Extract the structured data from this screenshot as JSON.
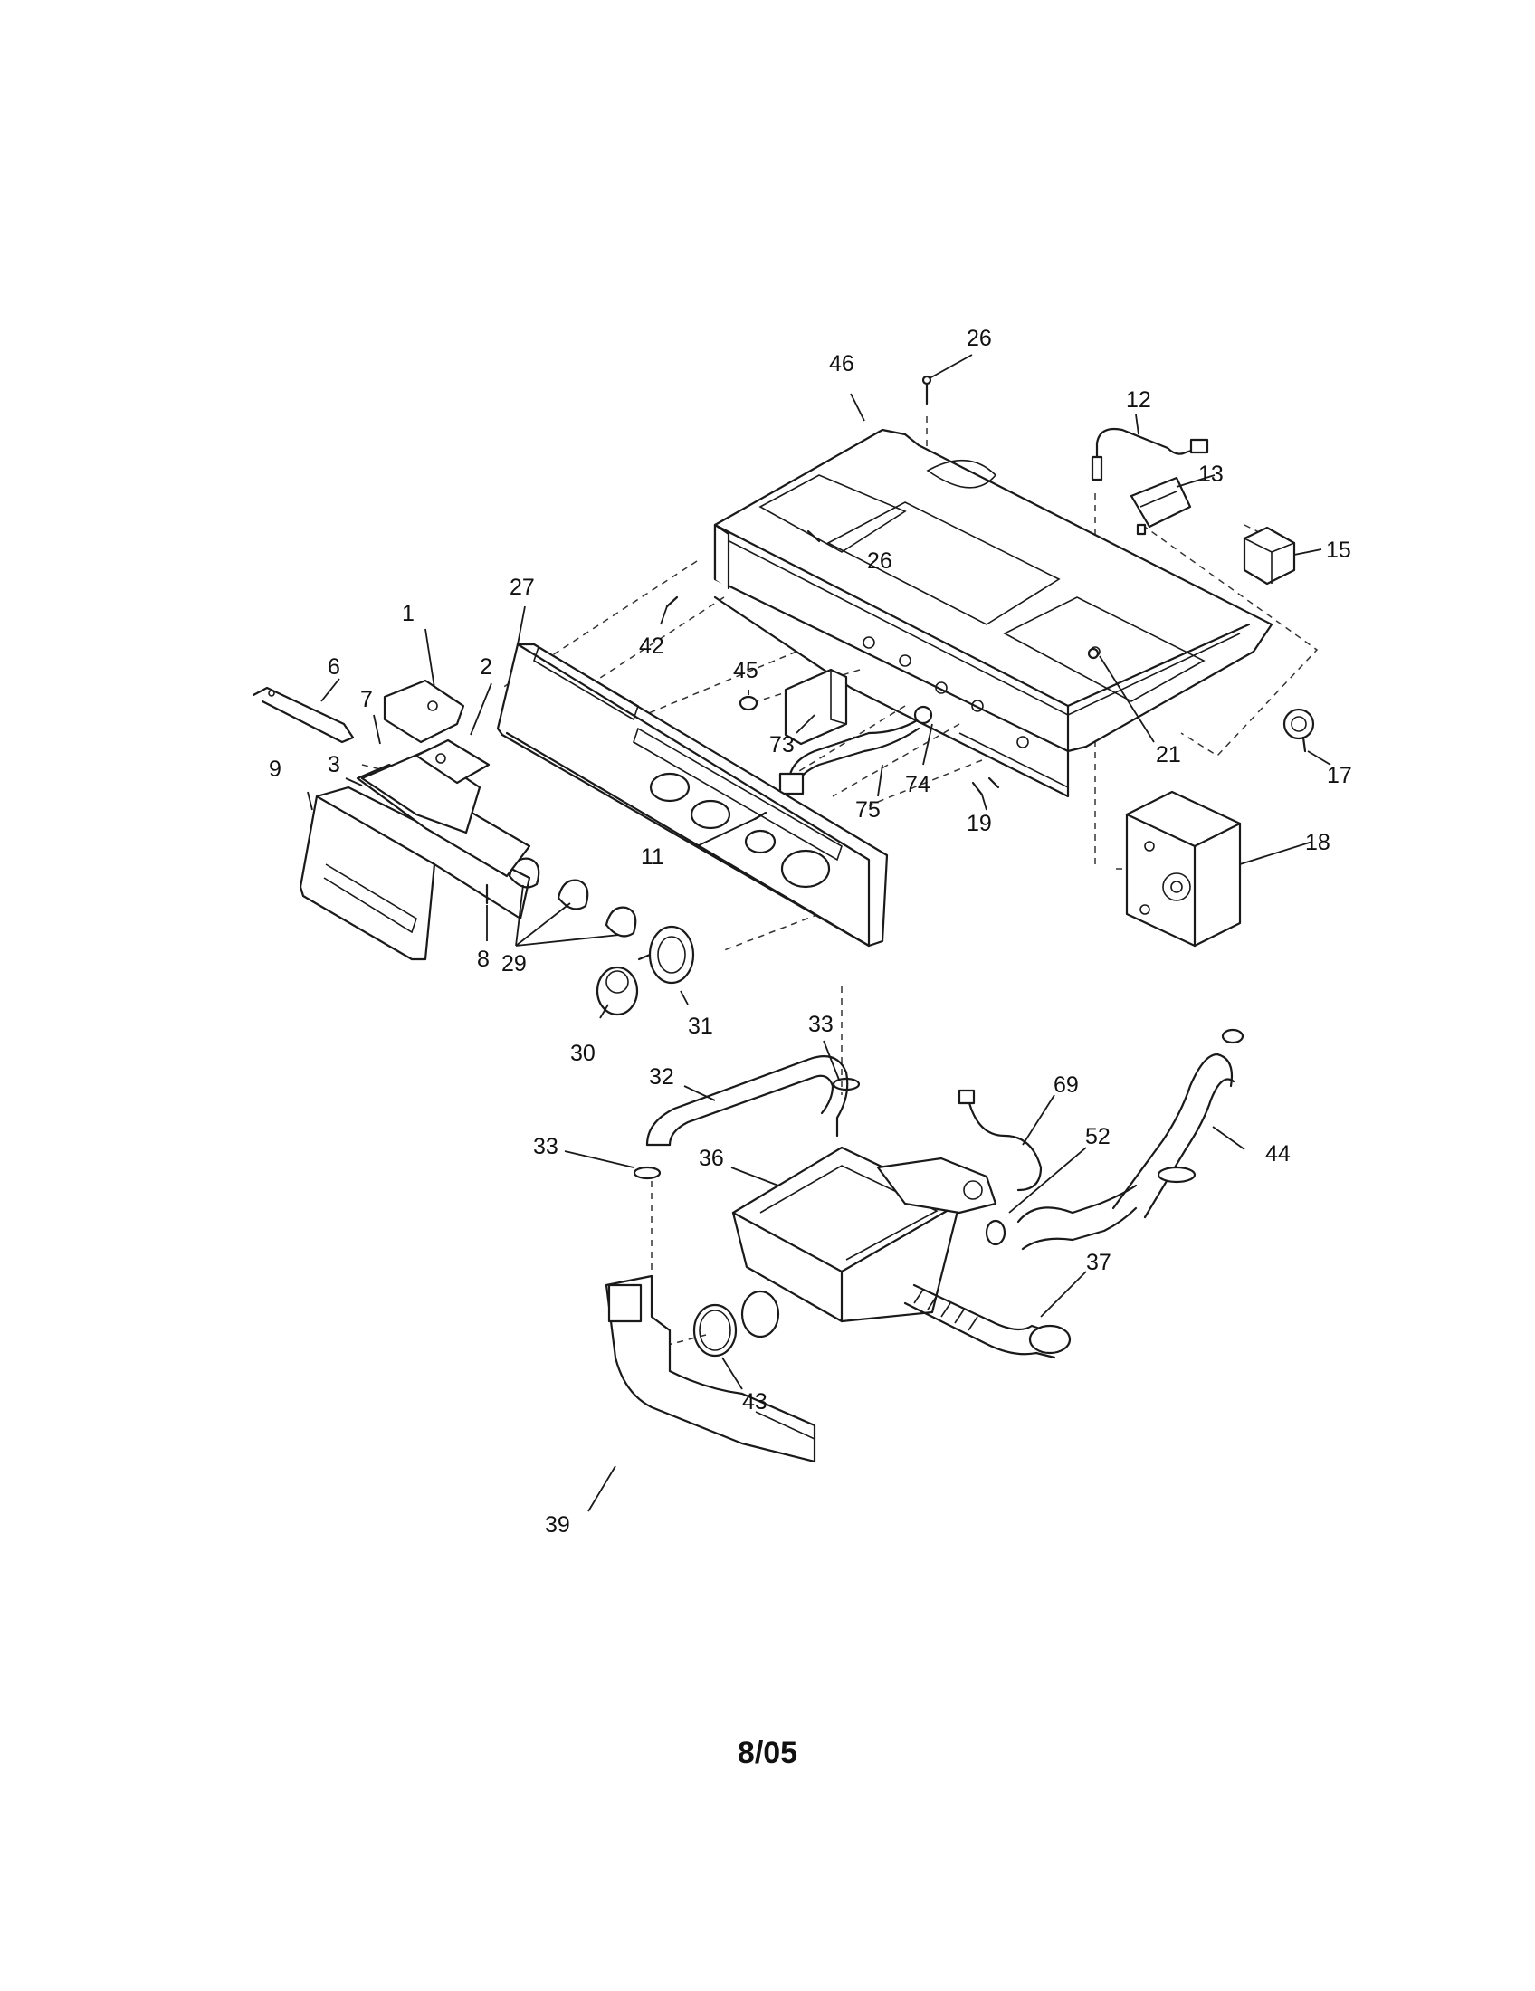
{
  "callouts": {
    "p1": "1",
    "p2": "2",
    "p3": "3",
    "p6": "6",
    "p7": "7",
    "p8": "8",
    "p9": "9",
    "p11": "11",
    "p12": "12",
    "p13": "13",
    "p15": "15",
    "p17": "17",
    "p18": "18",
    "p19": "19",
    "p21": "21",
    "p26a": "26",
    "p26b": "26",
    "p27": "27",
    "p29": "29",
    "p30": "30",
    "p31": "31",
    "p32": "32",
    "p33a": "33",
    "p33b": "33",
    "p36": "36",
    "p37": "37",
    "p39": "39",
    "p42": "42",
    "p43": "43",
    "p44": "44",
    "p45": "45",
    "p46": "46",
    "p52": "52",
    "p69": "69",
    "p73": "73",
    "p74": "74",
    "p75": "75"
  },
  "footer": {
    "date_code": "8/05"
  }
}
